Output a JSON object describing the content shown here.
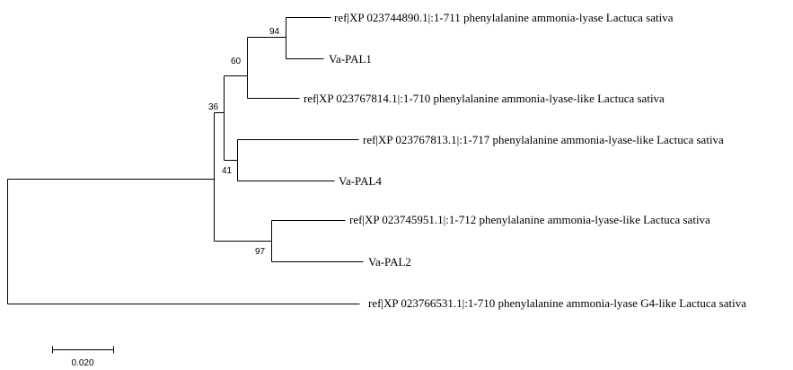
{
  "tree": {
    "leaves": [
      {
        "id": "L1",
        "label": "ref|XP 023744890.1|:1-711 phenylalanine ammonia-lyase Lactuca sativa"
      },
      {
        "id": "L2",
        "label": "Va-PAL1"
      },
      {
        "id": "L3",
        "label": "ref|XP 023767814.1|:1-710 phenylalanine ammonia-lyase-like Lactuca sativa"
      },
      {
        "id": "L4",
        "label": "ref|XP 023767813.1|:1-717 phenylalanine ammonia-lyase-like Lactuca sativa"
      },
      {
        "id": "L5",
        "label": "Va-PAL4"
      },
      {
        "id": "L6",
        "label": "ref|XP 023745951.1|:1-712 phenylalanine ammonia-lyase-like Lactuca sativa"
      },
      {
        "id": "L7",
        "label": "Va-PAL2"
      },
      {
        "id": "L8",
        "label": "ref|XP 023766531.1|:1-710 phenylalanine ammonia-lyase G4-like Lactuca sativa"
      }
    ],
    "bootstrap": [
      {
        "node": "N1",
        "value": "94"
      },
      {
        "node": "N2",
        "value": "60"
      },
      {
        "node": "N3",
        "value": "41"
      },
      {
        "node": "N4",
        "value": "36"
      },
      {
        "node": "N5",
        "value": "97"
      }
    ],
    "scale_bar": {
      "label": "0.020"
    }
  }
}
